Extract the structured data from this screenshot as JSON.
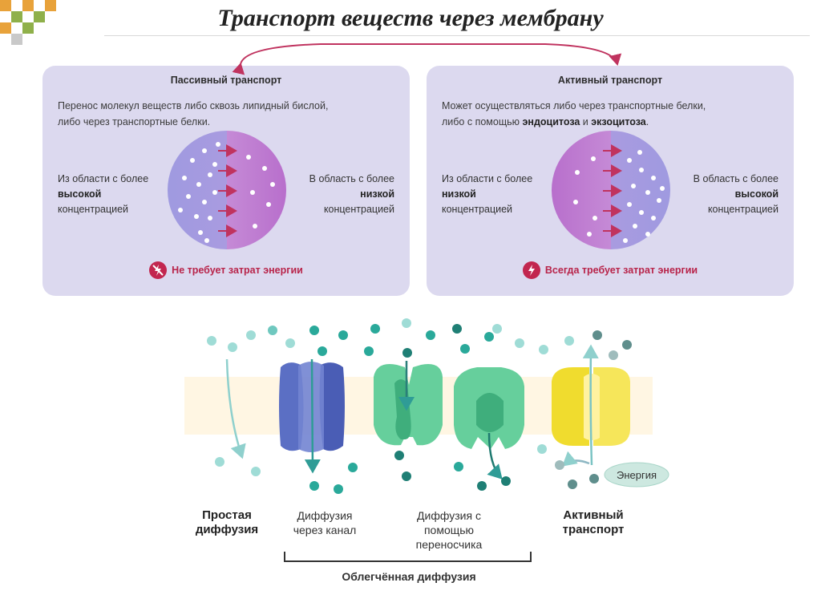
{
  "title": "Транспорт веществ через мембрану",
  "passive": {
    "heading": "Пассивный транспорт",
    "desc_line1": "Перенос молекул веществ либо сквозь липидный бислой,",
    "desc_line2": "либо через транспортные белки.",
    "left_line1": "Из области с более",
    "left_line2": "высокой",
    "left_line3": "концентрацией",
    "right_line1": "В область с более",
    "right_line2": "низкой",
    "right_line3": "концентрацией",
    "energy_note": "Не требует затрат энергии",
    "energy_icon": "no-energy-icon"
  },
  "active": {
    "heading": "Активный транспорт",
    "desc_line1": "Может осуществляться либо через транспортные белки,",
    "desc_line2_pre": "либо с помощью ",
    "desc_endo": "эндоцитоза",
    "desc_and": " и ",
    "desc_exo": "экзоцитоза",
    "desc_end": ".",
    "left_line1": "Из области с более",
    "left_line2": "низкой",
    "left_line3": "концентрацией",
    "right_line1": "В область с более",
    "right_line2": "высокой",
    "right_line3": "концентрацией",
    "energy_note": "Всегда требует затрат энергии",
    "energy_icon": "lightning-icon"
  },
  "membrane": {
    "energy_bubble": "Энергия",
    "label_simple_1": "Простая",
    "label_simple_2": "диффузия",
    "label_channel_1": "Диффузия",
    "label_channel_2": "через канал",
    "label_carrier_1": "Диффузия с",
    "label_carrier_2": "помощью",
    "label_carrier_3": "переносчика",
    "label_active_1": "Активный",
    "label_active_2": "транспорт",
    "bracket_label": "Облегчённая диффузия"
  },
  "colors": {
    "panel_bg": "#dcd9ef",
    "arrow_pink": "#c0335f",
    "channel_blue": "#5b6fc4",
    "carrier_green": "#5fcf99",
    "pump_yellow": "#f3e13b",
    "molecule_teal": "#2aa99a",
    "lipid_head": "#f3c77a"
  }
}
